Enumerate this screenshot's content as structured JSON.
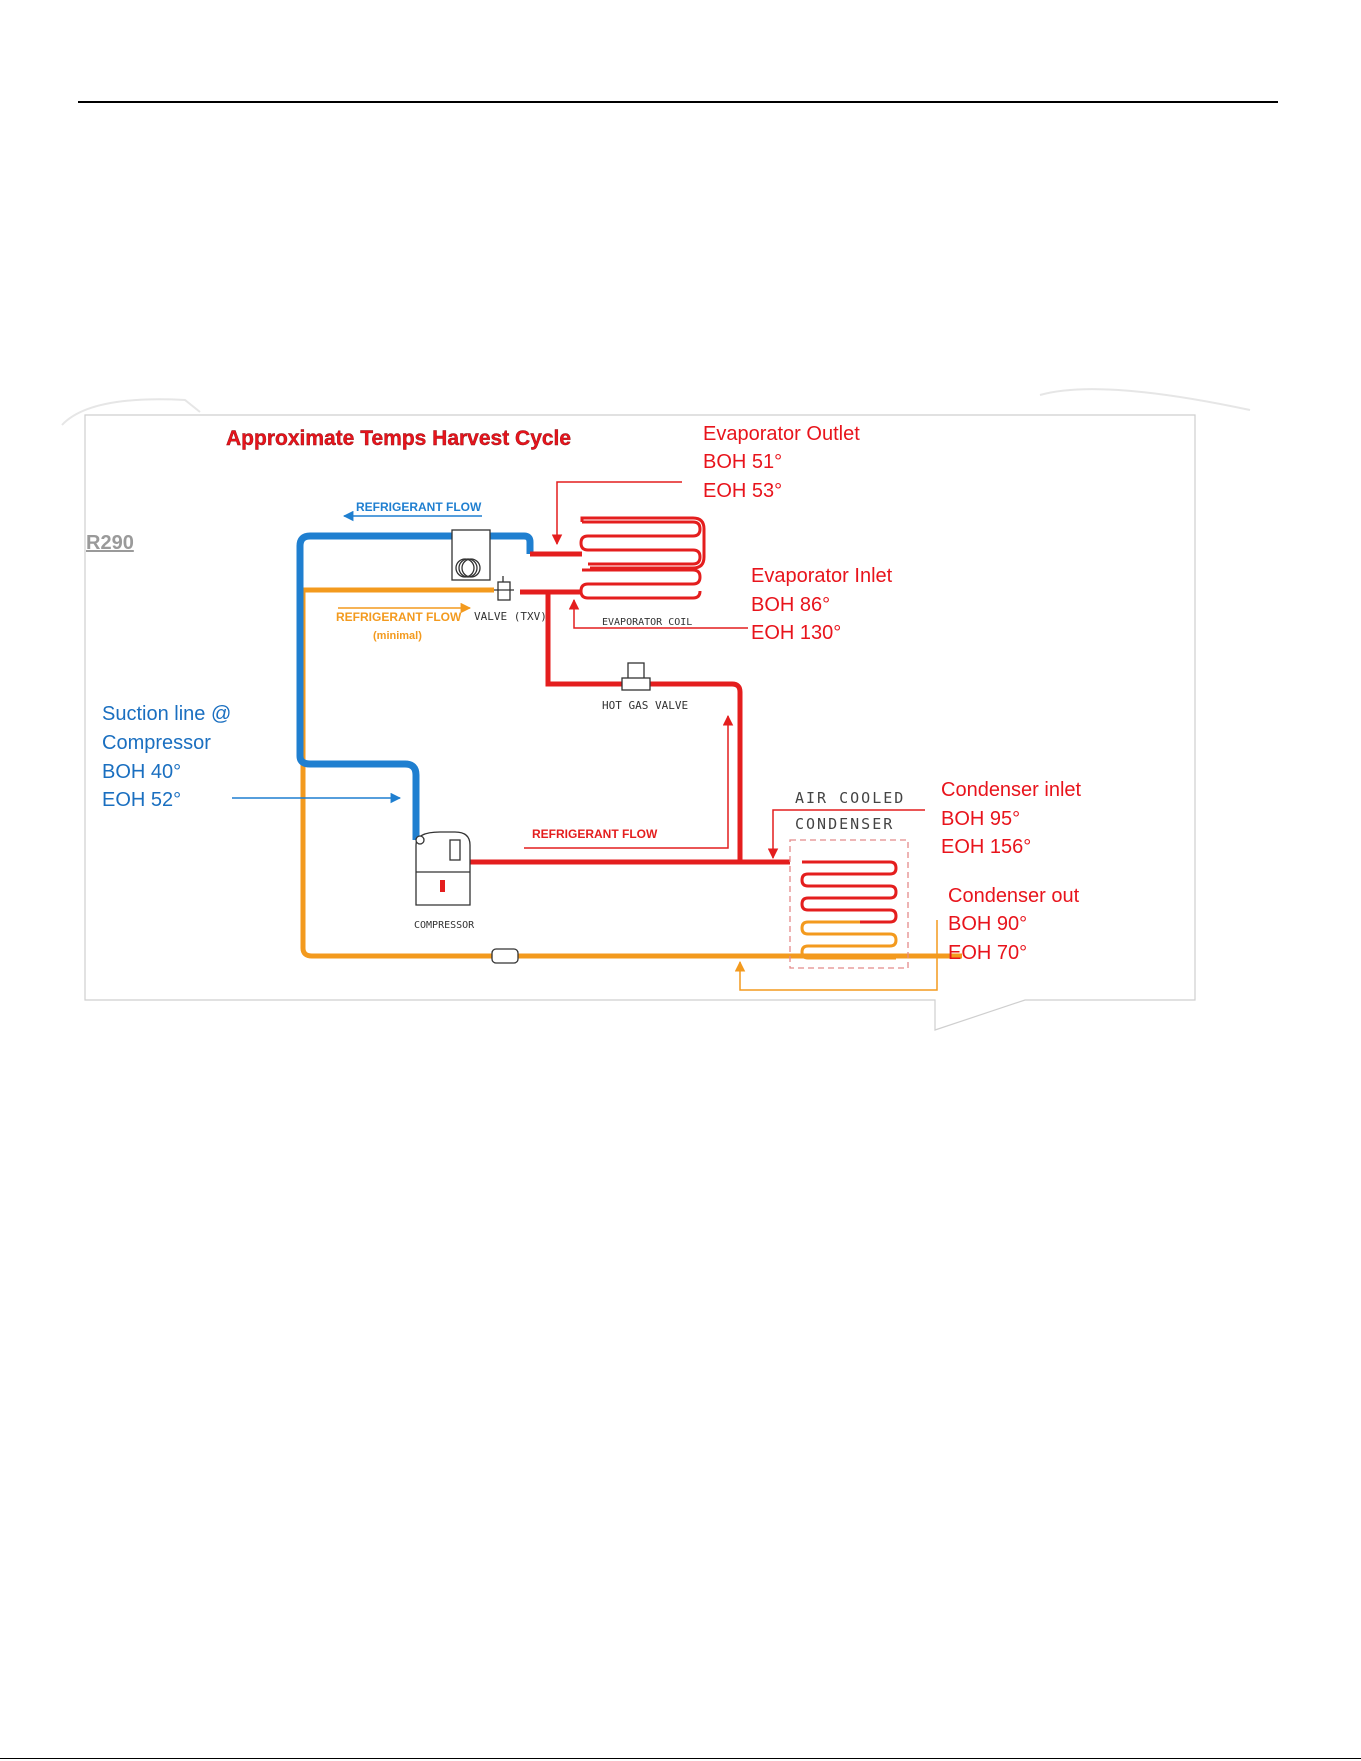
{
  "diagram": {
    "title": "Approximate Temps Harvest Cycle",
    "refrigerant": "R290",
    "flow_labels": {
      "top": "REFRIGERANT FLOW",
      "mid": "REFRIGERANT FLOW",
      "mid_note": "(minimal)",
      "bottom": "REFRIGERANT FLOW"
    },
    "components": {
      "txv": "VALVE (TXV)",
      "evaporator": "EVAPORATOR COIL",
      "hot_gas_valve": "HOT GAS VALVE",
      "compressor": "COMPRESSOR",
      "condenser_line1": "AIR COOLED",
      "condenser_line2": "CONDENSER"
    },
    "callouts": {
      "evap_outlet": {
        "title": "Evaporator Outlet",
        "boh": "BOH 51°",
        "eoh": "EOH 53°"
      },
      "evap_inlet": {
        "title": "Evaporator Inlet",
        "boh": "BOH 86°",
        "eoh": "EOH 130°"
      },
      "suction": {
        "title_line1": "Suction line @",
        "title_line2": "Compressor",
        "boh": "BOH 40°",
        "eoh": "EOH 52°"
      },
      "cond_inlet": {
        "title": "Condenser inlet",
        "boh": "BOH 95°",
        "eoh": "EOH 156°"
      },
      "cond_out": {
        "title": "Condenser out",
        "boh": "BOH 90°",
        "eoh": "EOH 70°"
      }
    },
    "colors": {
      "red": "#e41e1e",
      "blue": "#1f7fd0",
      "orange": "#f39a1e",
      "label_red": "#e8141c",
      "label_blue": "#1a6fc0"
    }
  }
}
